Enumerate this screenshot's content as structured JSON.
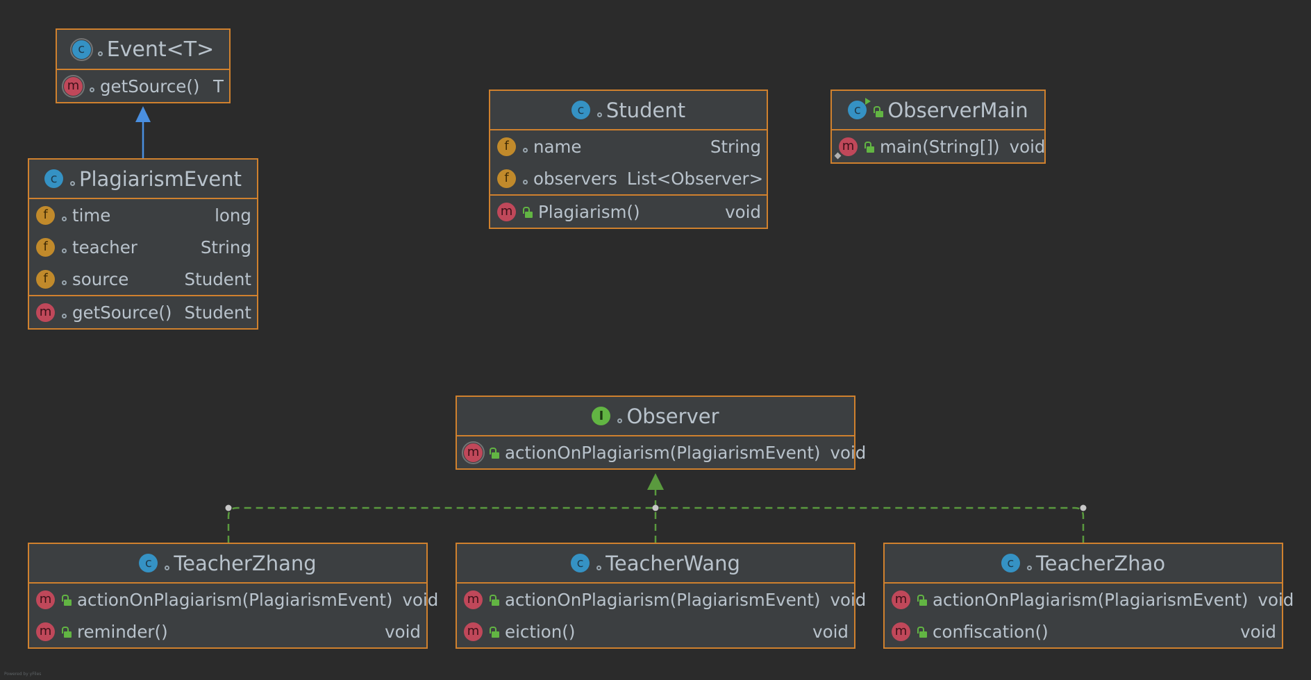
{
  "diagram": {
    "colors": {
      "background": "#2b2b2b",
      "node_fill": "#3c3f41",
      "node_border": "#d0812e",
      "extends_edge": "#4a8fe0",
      "implements_edge": "#5a9a3e",
      "class_icon": "#3592c4",
      "interface_icon": "#62b543",
      "field_icon": "#c18a2b",
      "method_icon": "#c0485a",
      "public_icon": "#62b543"
    },
    "classes": {
      "event": {
        "icon": "abstract-class-icon",
        "visibility": "package",
        "name": "Event<T>",
        "methods": [
          {
            "icon": "abstract-method-icon",
            "visibility": "package",
            "name": "getSource()",
            "type": "T"
          }
        ]
      },
      "plagiarism_event": {
        "icon": "class-icon",
        "visibility": "package",
        "name": "PlagiarismEvent",
        "fields": [
          {
            "icon": "field-icon",
            "visibility": "package",
            "name": "time",
            "type": "long"
          },
          {
            "icon": "field-icon",
            "visibility": "package",
            "name": "teacher",
            "type": "String"
          },
          {
            "icon": "field-icon",
            "visibility": "package",
            "name": "source",
            "type": "Student"
          }
        ],
        "methods": [
          {
            "icon": "method-icon",
            "visibility": "package",
            "name": "getSource()",
            "type": "Student"
          }
        ]
      },
      "student": {
        "icon": "class-icon",
        "visibility": "package",
        "name": "Student",
        "fields": [
          {
            "icon": "field-icon",
            "visibility": "package",
            "name": "name",
            "type": "String"
          },
          {
            "icon": "field-icon",
            "visibility": "package",
            "name": "observers",
            "type": "List<Observer>"
          }
        ],
        "methods": [
          {
            "icon": "method-icon",
            "visibility": "public",
            "name": "Plagiarism()",
            "type": "void"
          }
        ]
      },
      "observer_main": {
        "icon": "runnable-class-icon",
        "visibility": "public",
        "name": "ObserverMain",
        "methods": [
          {
            "icon": "static-method-icon",
            "visibility": "public",
            "name": "main(String[])",
            "type": "void"
          }
        ]
      },
      "observer": {
        "icon": "interface-icon",
        "visibility": "package",
        "name": "Observer",
        "methods": [
          {
            "icon": "abstract-method-icon",
            "visibility": "public",
            "name": "actionOnPlagiarism(PlagiarismEvent)",
            "type": "void"
          }
        ]
      },
      "teacher_zhang": {
        "icon": "class-icon",
        "visibility": "package",
        "name": "TeacherZhang",
        "methods": [
          {
            "icon": "method-icon",
            "visibility": "public",
            "name": "actionOnPlagiarism(PlagiarismEvent)",
            "type": "void"
          },
          {
            "icon": "method-icon",
            "visibility": "public",
            "name": "reminder()",
            "type": "void"
          }
        ]
      },
      "teacher_wang": {
        "icon": "class-icon",
        "visibility": "package",
        "name": "TeacherWang",
        "methods": [
          {
            "icon": "method-icon",
            "visibility": "public",
            "name": "actionOnPlagiarism(PlagiarismEvent)",
            "type": "void"
          },
          {
            "icon": "method-icon",
            "visibility": "public",
            "name": "eiction()",
            "type": "void"
          }
        ]
      },
      "teacher_zhao": {
        "icon": "class-icon",
        "visibility": "package",
        "name": "TeacherZhao",
        "methods": [
          {
            "icon": "method-icon",
            "visibility": "public",
            "name": "actionOnPlagiarism(PlagiarismEvent)",
            "type": "void"
          },
          {
            "icon": "method-icon",
            "visibility": "public",
            "name": "confiscation()",
            "type": "void"
          }
        ]
      }
    },
    "relations": [
      {
        "from": "PlagiarismEvent",
        "to": "Event<T>",
        "kind": "extends"
      },
      {
        "from": "TeacherZhang",
        "to": "Observer",
        "kind": "implements"
      },
      {
        "from": "TeacherWang",
        "to": "Observer",
        "kind": "implements"
      },
      {
        "from": "TeacherZhao",
        "to": "Observer",
        "kind": "implements"
      }
    ],
    "footer": "Powered by yFiles"
  }
}
